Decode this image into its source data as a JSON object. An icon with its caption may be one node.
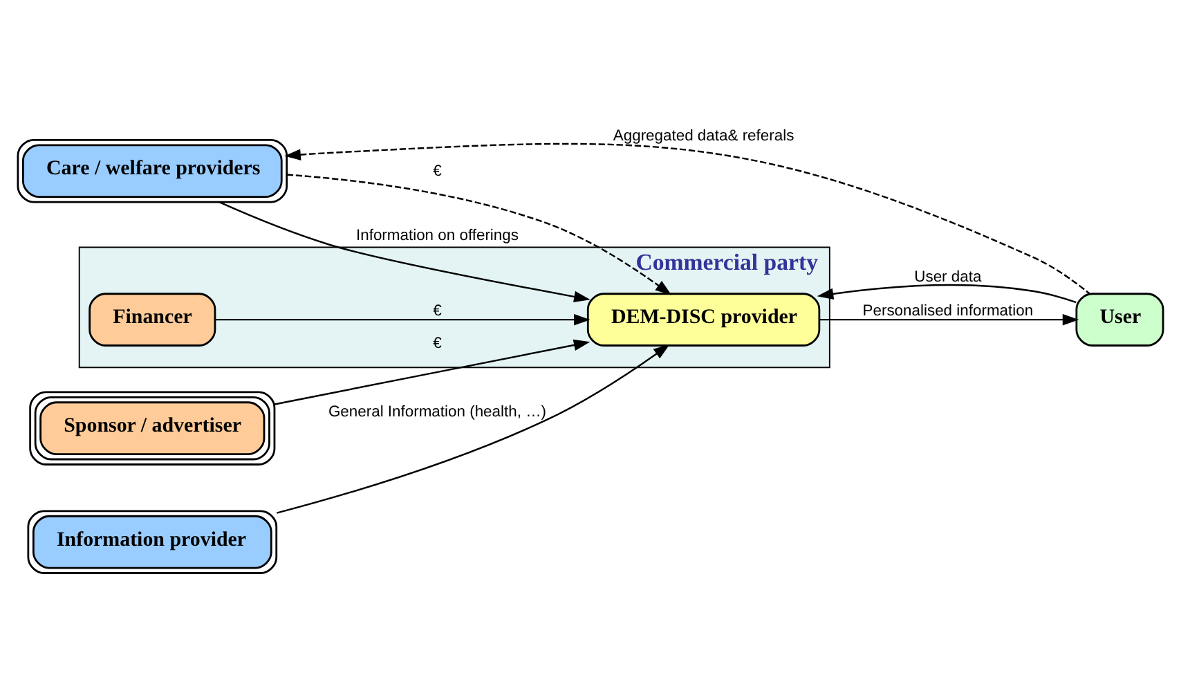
{
  "diagram": {
    "nodes": [
      {
        "text": [
          "Commercial party"
        ]
      },
      {
        "text": [
          "Sponsor / advertiser"
        ]
      },
      {
        "text": [
          "Care / welfare providers"
        ]
      },
      {
        "text": [
          "Information provider"
        ]
      },
      {
        "text": [
          "DEM-DISC provider"
        ],
        "in": 0
      },
      {
        "text": [
          "Financer"
        ],
        "in": 0
      },
      {
        "text": [
          "User"
        ]
      }
    ],
    "edges": [
      {
        "from": 6,
        "to": 2,
        "arrow": "to",
        "style": "dashed",
        "label": "Aggregated data& referals"
      },
      {
        "from": 2,
        "to": 4,
        "arrow": "to",
        "style": "dashed",
        "label": "€"
      },
      {
        "from": 1,
        "to": 4,
        "arrow": "to",
        "label": "€"
      },
      {
        "from": 2,
        "to": 4,
        "arrow": "to",
        "label": "Information on offerings"
      },
      {
        "from": 3,
        "to": 4,
        "arrow": "to",
        "label": "General Information (health, …)"
      },
      {
        "from": 5,
        "to": 4,
        "arrow": "to",
        "label": "€"
      },
      {
        "from": 6,
        "to": 4,
        "arrow": "to",
        "label": "User data"
      },
      {
        "from": 4,
        "to": 6,
        "arrow": "to",
        "label": "Personalised information"
      }
    ]
  }
}
